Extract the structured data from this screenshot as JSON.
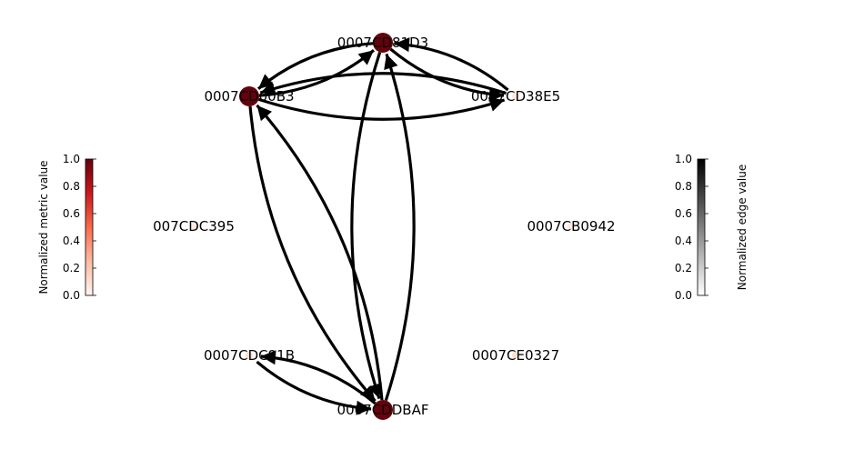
{
  "graph": {
    "nodes": [
      {
        "id": "n1",
        "label": "0007CD81D3",
        "value": 1.0
      },
      {
        "id": "n2",
        "label": "0007CD38E5",
        "value": 0.05
      },
      {
        "id": "n3",
        "label": "0007CB0942",
        "value": 0.05
      },
      {
        "id": "n4",
        "label": "0007CE0327",
        "value": 0.1
      },
      {
        "id": "n5",
        "label": "0007CDDBAF",
        "value": 1.0
      },
      {
        "id": "n6",
        "label": "0007CDC91B",
        "value": 0.1
      },
      {
        "id": "n7",
        "label": "007CDC395",
        "value": 0.05
      },
      {
        "id": "n8",
        "label": "0007CD00B3",
        "value": 1.0
      }
    ],
    "edges": [
      {
        "source": "n8",
        "target": "n1",
        "value": 1.0
      },
      {
        "source": "n1",
        "target": "n8",
        "value": 1.0
      },
      {
        "source": "n8",
        "target": "n2",
        "value": 1.0
      },
      {
        "source": "n2",
        "target": "n8",
        "value": 1.0
      },
      {
        "source": "n1",
        "target": "n2",
        "value": 1.0
      },
      {
        "source": "n2",
        "target": "n1",
        "value": 1.0
      },
      {
        "source": "n8",
        "target": "n5",
        "value": 1.0
      },
      {
        "source": "n5",
        "target": "n8",
        "value": 1.0
      },
      {
        "source": "n1",
        "target": "n5",
        "value": 1.0
      },
      {
        "source": "n5",
        "target": "n1",
        "value": 1.0
      },
      {
        "source": "n6",
        "target": "n5",
        "value": 1.0
      },
      {
        "source": "n5",
        "target": "n6",
        "value": 1.0
      }
    ]
  },
  "colorbars": {
    "metric": {
      "label": "Normalized metric value",
      "ticks": [
        "0.0",
        "0.2",
        "0.4",
        "0.6",
        "0.8",
        "1.0"
      ],
      "colors": [
        "#fff5f0",
        "#fcbba1",
        "#fb6a4a",
        "#cb181d",
        "#67000d"
      ]
    },
    "edge": {
      "label": "Normalized edge value",
      "ticks": [
        "0.0",
        "0.2",
        "0.4",
        "0.6",
        "0.8",
        "1.0"
      ],
      "colors": [
        "#ffffff",
        "#000000"
      ]
    }
  }
}
